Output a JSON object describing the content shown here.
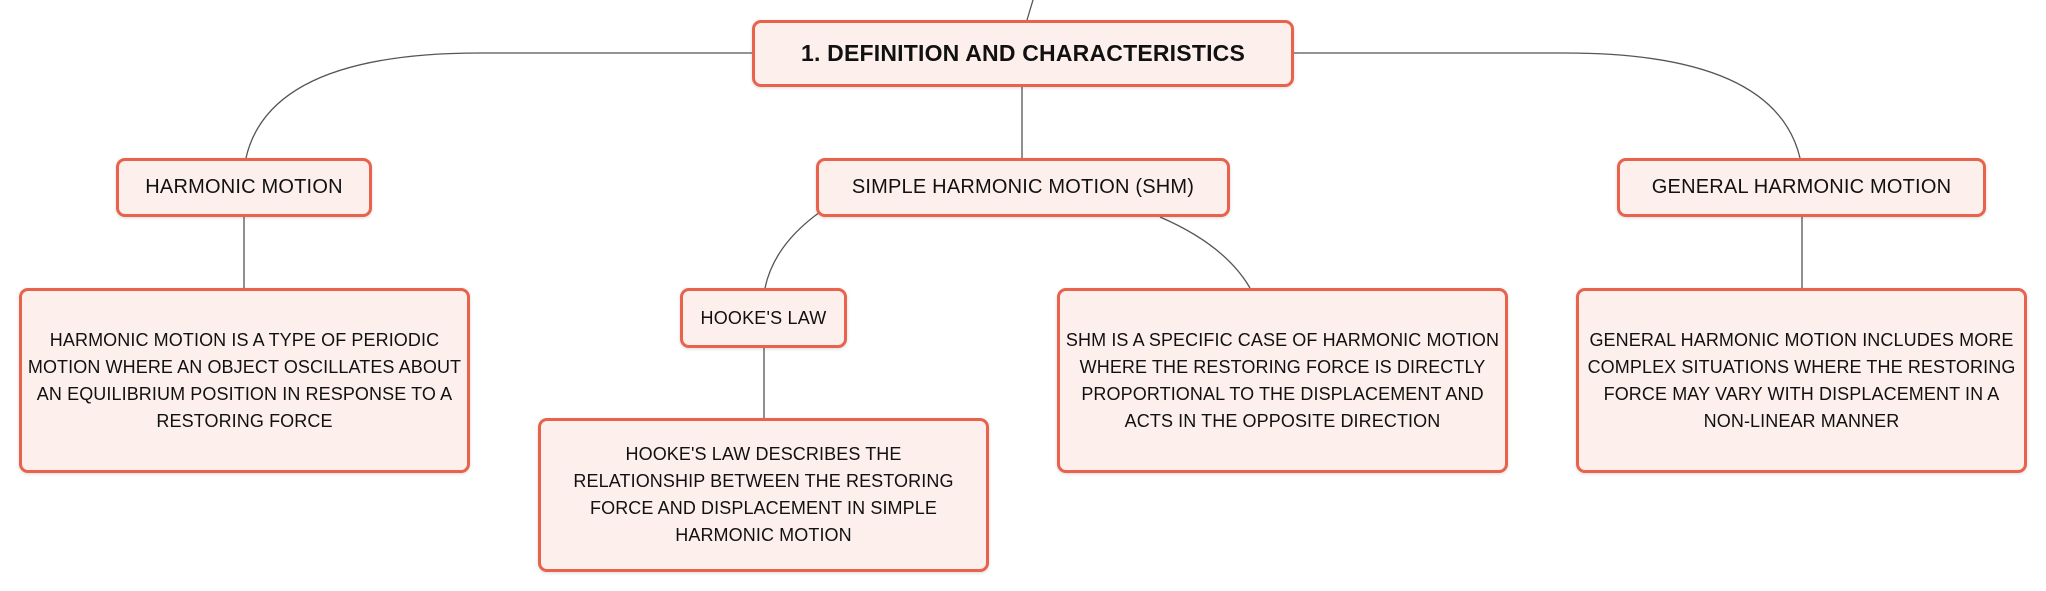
{
  "root": {
    "label": "1. DEFINITION AND CHARACTERISTICS"
  },
  "nodes": {
    "harmonic_motion": {
      "label": "HARMONIC MOTION",
      "description": "HARMONIC MOTION IS A TYPE OF PERIODIC MOTION WHERE AN OBJECT OSCILLATES ABOUT AN EQUILIBRIUM POSITION IN RESPONSE TO A RESTORING FORCE"
    },
    "shm": {
      "label": "SIMPLE HARMONIC MOTION (SHM)",
      "description": "SHM IS A SPECIFIC CASE OF HARMONIC MOTION WHERE THE RESTORING FORCE IS DIRECTLY PROPORTIONAL TO THE DISPLACEMENT AND ACTS IN THE OPPOSITE DIRECTION"
    },
    "hookes_law": {
      "label": "HOOKE'S LAW",
      "description": "HOOKE'S LAW DESCRIBES THE RELATIONSHIP BETWEEN THE RESTORING FORCE AND DISPLACEMENT IN SIMPLE HARMONIC MOTION"
    },
    "general_harmonic_motion": {
      "label": "GENERAL HARMONIC MOTION",
      "description": "GENERAL HARMONIC MOTION INCLUDES MORE COMPLEX SITUATIONS WHERE THE RESTORING FORCE MAY VARY WITH DISPLACEMENT IN A NON-LINEAR MANNER"
    }
  },
  "colors": {
    "node_border": "#e8624c",
    "node_fill": "#fdf0ec",
    "connector": "#555555"
  }
}
